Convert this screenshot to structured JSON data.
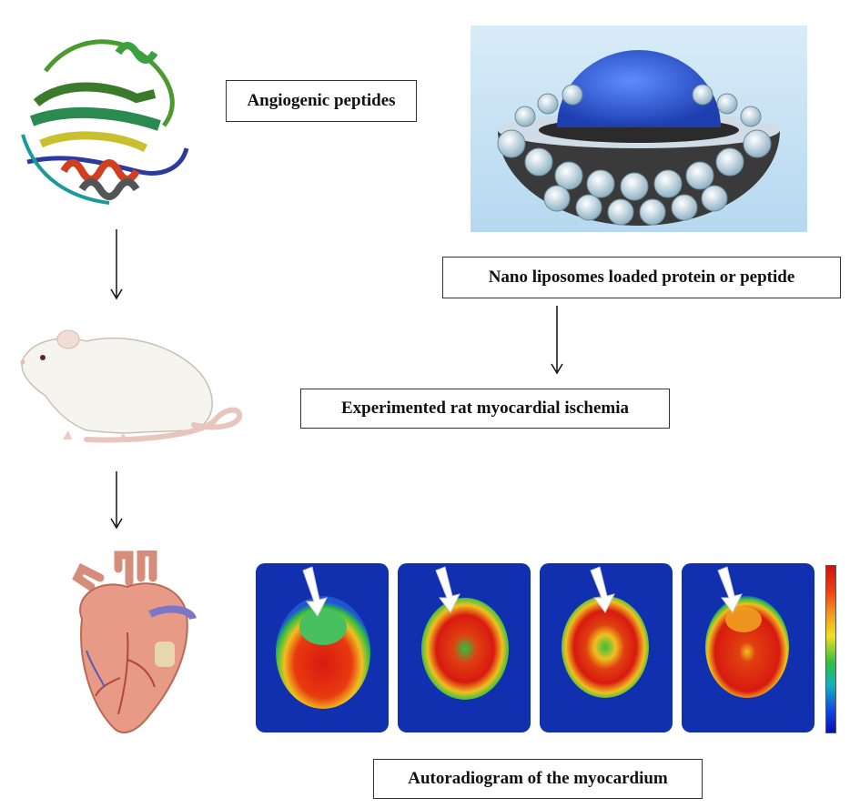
{
  "labels": {
    "angiogenic": "Angiogenic peptides",
    "liposomes": "Nano liposomes loaded protein or peptide",
    "ischemia": "Experimented rat myocardial ischemia",
    "autoradiogram": "Autoradiogram of the myocardium"
  },
  "icons": {
    "protein": "protein-ribbon-structure",
    "liposome": "nano-liposome-cross-section",
    "rat": "laboratory-rat",
    "heart": "anatomical-heart",
    "colorbar": "heat-colorbar"
  },
  "colors": {
    "panel_background": "#1030b0",
    "hot": "#d81a10",
    "warm": "#f0a020",
    "mid": "#30c040",
    "liposome_core": "#2a5ee0"
  }
}
